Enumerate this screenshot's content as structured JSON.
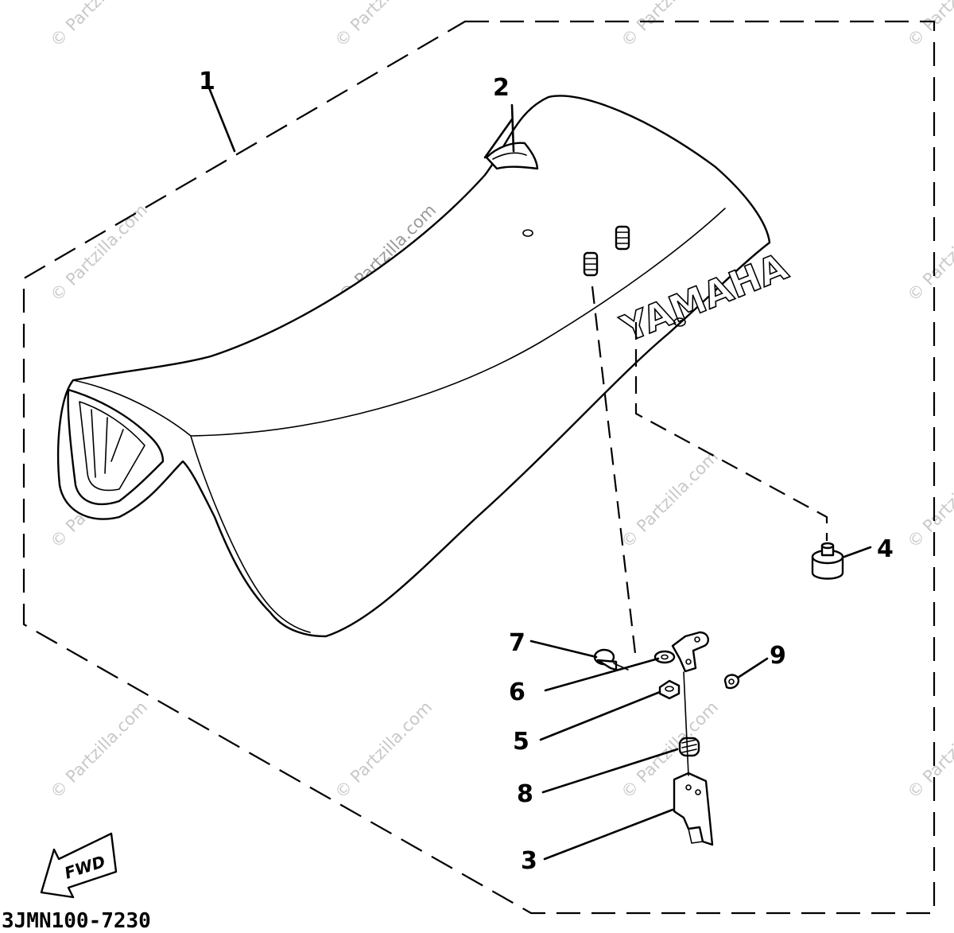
{
  "callouts": {
    "c1": "1",
    "c2": "2",
    "c3": "3",
    "c4": "4",
    "c5": "5",
    "c6": "6",
    "c7": "7",
    "c8": "8",
    "c9": "9"
  },
  "seat_brand": "YAMAHA",
  "fwd_label": "FWD",
  "diagram_code": "3JMN100-7230",
  "watermark": "© Partzilla.com"
}
